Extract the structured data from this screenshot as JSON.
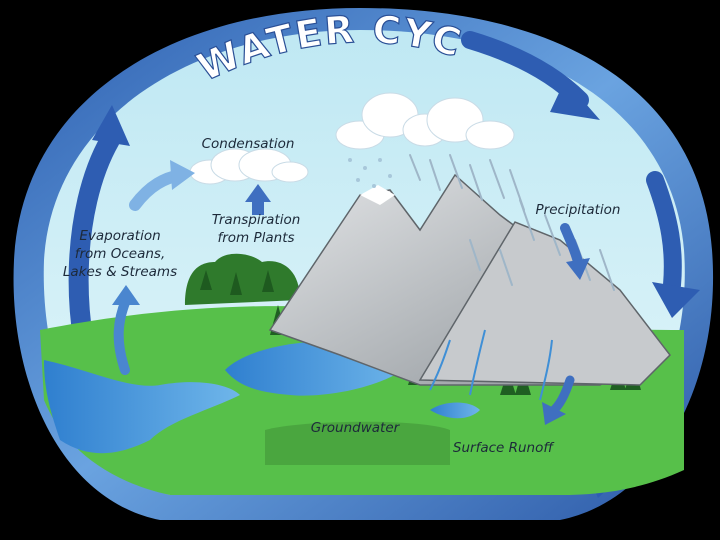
{
  "title": "WATER CYCLE",
  "labels": {
    "condensation": "Condensation",
    "transpiration_line1": "Transpiration",
    "transpiration_line2": "from Plants",
    "evaporation_line1": "Evaporation",
    "evaporation_line2": "from Oceans,",
    "evaporation_line3": "Lakes & Streams",
    "precipitation": "Precipitation",
    "groundwater": "Groundwater",
    "surface_runoff": "Surface Runoff"
  },
  "colors": {
    "frame": "#000000",
    "sky": "#cfeff6",
    "ring_blue": "#3f6fc0",
    "grass": "#57c04a",
    "water": "#3f8fd6",
    "mountain": "#b9bdc2",
    "snow": "#ffffff"
  }
}
